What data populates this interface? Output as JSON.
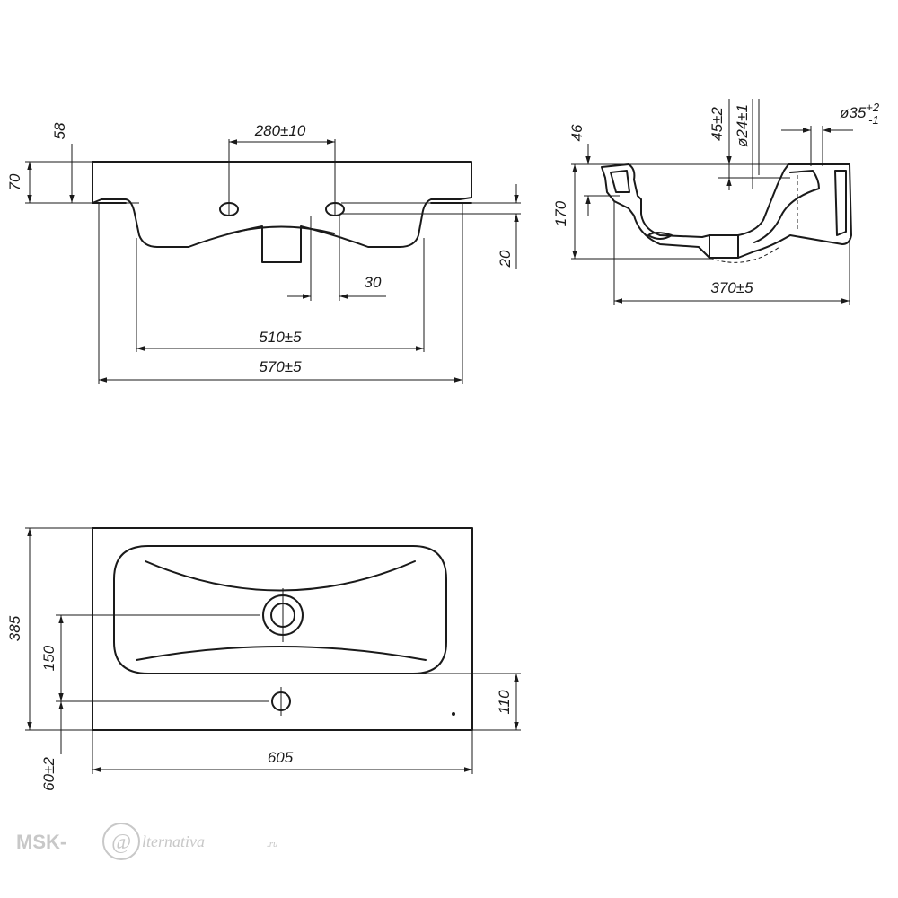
{
  "front_view": {
    "dims": {
      "d58": "58",
      "d70": "70",
      "d280": "280±10",
      "d20": "20",
      "d30": "30",
      "d510": "510±5",
      "d570": "570±5"
    }
  },
  "side_view": {
    "dims": {
      "d46": "46",
      "d45": "45±2",
      "d24": "ø24±1",
      "d35_base": "ø35",
      "d35_sup": "+2",
      "d35_sub": "-1",
      "d170": "170",
      "d370": "370±5"
    }
  },
  "top_view": {
    "dims": {
      "d385": "385",
      "d150": "150",
      "d110": "110",
      "d605": "605",
      "d60": "60±2"
    }
  },
  "watermark": {
    "part1": "MSK-",
    "part2": "@",
    "part3": "lternativa",
    "part4": ".ru"
  },
  "colors": {
    "line": "#1a1a1a",
    "watermark": "#c8c8c8"
  }
}
